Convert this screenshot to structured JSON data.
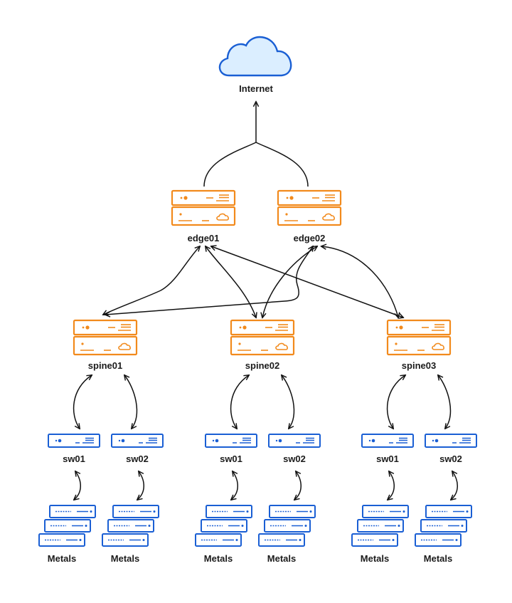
{
  "internet": {
    "label": "Internet"
  },
  "edges": [
    {
      "label": "edge01"
    },
    {
      "label": "edge02"
    }
  ],
  "spines": [
    {
      "label": "spine01",
      "switches": [
        {
          "label": "sw01",
          "metals": "Metals"
        },
        {
          "label": "sw02",
          "metals": "Metals"
        }
      ]
    },
    {
      "label": "spine02",
      "switches": [
        {
          "label": "sw01",
          "metals": "Metals"
        },
        {
          "label": "sw02",
          "metals": "Metals"
        }
      ]
    },
    {
      "label": "spine03",
      "switches": [
        {
          "label": "sw01",
          "metals": "Metals"
        },
        {
          "label": "sw02",
          "metals": "Metals"
        }
      ]
    }
  ],
  "colors": {
    "router": "#f28a1c",
    "switch": "#1a5fd4",
    "cloud_fill": "#dbeeff",
    "wire": "#111111"
  },
  "icons": {
    "cloud": "cloud-icon",
    "router": "router-icon",
    "switch": "switch-icon",
    "server": "server-stack-icon"
  }
}
